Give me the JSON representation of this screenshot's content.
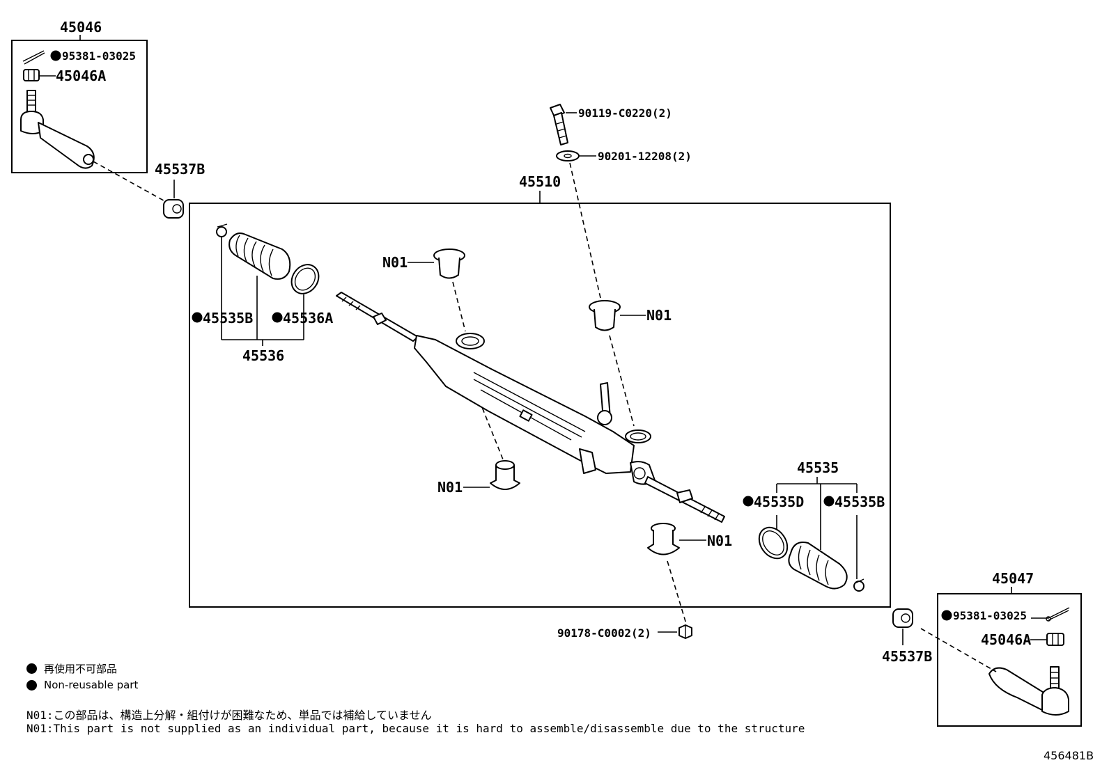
{
  "callouts": {
    "tie_rod_end_lh": "45046",
    "cotter_pin_lh": "95381-03025",
    "nut_lh": "45046A",
    "dust_cover_lh": "45537B",
    "gear_assembly": "45510",
    "bolt": "90119-C0220(2)",
    "washer": "90201-12208(2)",
    "bushing_upper_left": "N01",
    "bushing_upper_right": "N01",
    "bushing_lower_left": "N01",
    "bushing_lower_right": "N01",
    "boot_kit_left": "45536",
    "boot_clamp_left": "45535B",
    "boot_clip_left": "45536A",
    "boot_kit_right": "45535",
    "boot_clip_right": "45535D",
    "boot_clamp_right": "45535B",
    "nut_gear": "90178-C0002(2)",
    "tie_rod_end_rh": "45047",
    "cotter_pin_rh": "95381-03025",
    "nut_rh": "45046A",
    "dust_cover_rh": "45537B"
  },
  "legend": {
    "line_ja": "再使用不可部品",
    "line_en": "Non-reusable part"
  },
  "notes": {
    "ja": "N01:この部品は、構造上分解・組付けが困難なため、単品では補給していません",
    "en": "N01:This part is not supplied as an individual part, because it is hard to assemble/disassemble due to the structure"
  },
  "figure_number": "456481B"
}
